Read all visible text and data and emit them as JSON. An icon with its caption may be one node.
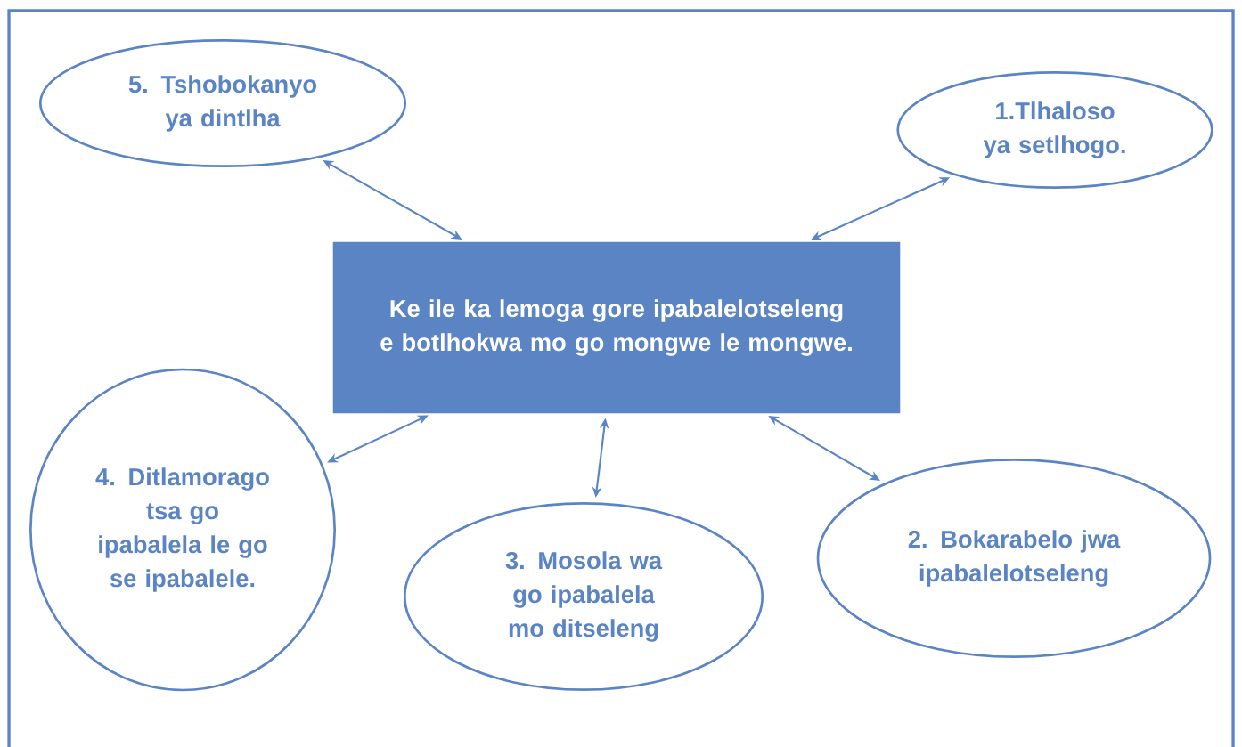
{
  "diagram": {
    "nodes": [
      {
        "text": [
          "Ke ile ka lemoga gore ipabalelotseleng e botlhokwa mo go mongwe le mongwe."
        ]
      },
      {
        "text": [
          "1.Tlhaloso ya setlhogo."
        ]
      },
      {
        "text": [
          "2. Bokarabelo jwa ipabalelotseleng"
        ]
      },
      {
        "text": [
          "3. Mosola wa go ipabalela mo ditseleng"
        ]
      },
      {
        "text": [
          "4. Ditlamorago tsa go ipabalela le go se ipabalele."
        ]
      },
      {
        "text": [
          "5. Tshobokanyo ya dintlha"
        ]
      }
    ],
    "edges": [
      {
        "from": 0,
        "to": 1,
        "arrow": "both"
      },
      {
        "from": 0,
        "to": 2,
        "arrow": "both"
      },
      {
        "from": 0,
        "to": 3,
        "arrow": "both"
      },
      {
        "from": 0,
        "to": 4,
        "arrow": "both"
      },
      {
        "from": 0,
        "to": 5,
        "arrow": "both"
      }
    ]
  }
}
